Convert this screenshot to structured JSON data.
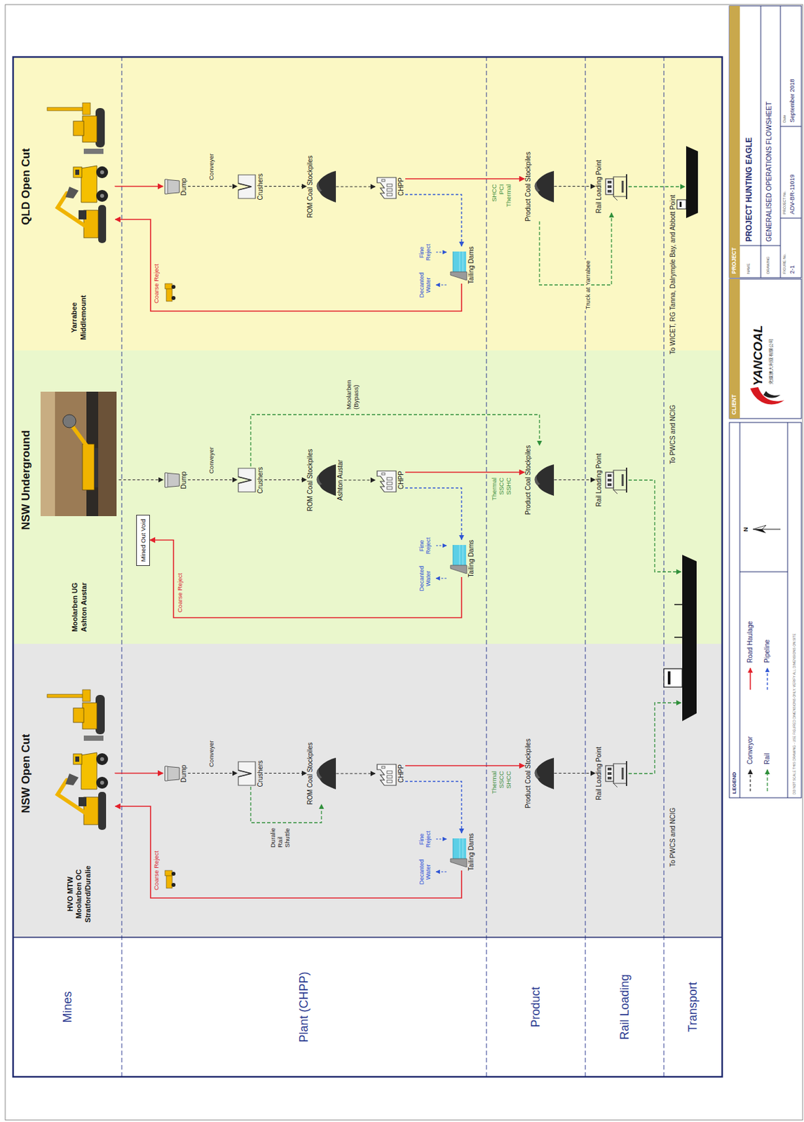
{
  "diagram": {
    "nodes": [
      {
        "text": [
          "Mines"
        ]
      },
      {
        "text": [
          "Plant (CHPP)"
        ]
      },
      {
        "text": [
          "Product"
        ]
      },
      {
        "text": [
          "Rail Loading"
        ]
      },
      {
        "text": [
          "Transport"
        ]
      },
      {
        "text": [
          "NSW Open Cut"
        ]
      },
      {
        "text": [
          "HVO MTW Moolarben OC Stratford/Duralie"
        ],
        "in": 5
      },
      {
        "text": [
          "Dump"
        ],
        "in": 5
      },
      {
        "text": [
          "Crushers"
        ],
        "in": 5
      },
      {
        "text": [
          "ROM Coal Stockpiles"
        ],
        "in": 5
      },
      {
        "text": [
          "CHPP"
        ],
        "in": 5
      },
      {
        "text": [
          "Tailing Dams"
        ],
        "in": 5
      },
      {
        "text": [
          "Product Coal Stockpiles"
        ],
        "in": 5
      },
      {
        "text": [
          "Rail Loading Point"
        ],
        "in": 5
      },
      {
        "text": [
          "NSW Underground"
        ]
      },
      {
        "text": [
          "Moolarben UG Ashton Austar"
        ],
        "in": 14
      },
      {
        "text": [
          "Mined Out Void"
        ],
        "in": 14
      },
      {
        "text": [
          "Dump"
        ],
        "in": 14
      },
      {
        "text": [
          "Crushers"
        ],
        "in": 14
      },
      {
        "text": [
          "ROM Coal Stockpiles",
          "Ashton Austar"
        ],
        "in": 14
      },
      {
        "text": [
          "CHPP"
        ],
        "in": 14
      },
      {
        "text": [
          "Tailing Dams"
        ],
        "in": 14
      },
      {
        "text": [
          "Product Coal Stockpiles"
        ],
        "in": 14
      },
      {
        "text": [
          "Rail Loading Point"
        ],
        "in": 14
      },
      {
        "text": [
          "QLD Open Cut"
        ]
      },
      {
        "text": [
          "Yarrabee Middlemount"
        ],
        "in": 24
      },
      {
        "text": [
          "Dump"
        ],
        "in": 24
      },
      {
        "text": [
          "Crushers"
        ],
        "in": 24
      },
      {
        "text": [
          "ROM Coal Stockpiles"
        ],
        "in": 24
      },
      {
        "text": [
          "CHPP"
        ],
        "in": 24
      },
      {
        "text": [
          "Tailing Dams"
        ],
        "in": 24
      },
      {
        "text": [
          "Product Coal Stockpiles"
        ],
        "in": 24
      },
      {
        "text": [
          "Rail Loading Point"
        ],
        "in": 24
      }
    ],
    "edges": [
      {
        "from": 6,
        "to": 7,
        "arrow": "to"
      },
      {
        "from": 7,
        "to": 8,
        "label": "Conveyer",
        "arrow": "to"
      },
      {
        "from": 8,
        "to": 9,
        "arrow": "to"
      },
      {
        "from": 8,
        "to": 9,
        "label": "Duralie Rail Shuttle",
        "arrow": "to"
      },
      {
        "from": 9,
        "to": 10,
        "arrow": "to"
      },
      {
        "from": 10,
        "to": 12,
        "arrow": "to"
      },
      {
        "from": 10,
        "to": 11,
        "arrow": "to"
      },
      {
        "from": 11,
        "to": 6,
        "label": "Coarse Reject",
        "arrow": "to"
      },
      {
        "from": 12,
        "to": 13,
        "arrow": "to"
      },
      {
        "from": 15,
        "to": 17,
        "arrow": "to"
      },
      {
        "from": 17,
        "to": 18,
        "label": "Conveyer",
        "arrow": "to"
      },
      {
        "from": 18,
        "to": 19,
        "arrow": "to"
      },
      {
        "from": 18,
        "to": 22,
        "label": "Moolarben (Bypass)",
        "arrow": "to"
      },
      {
        "from": 19,
        "to": 20,
        "arrow": "to"
      },
      {
        "from": 20,
        "to": 22,
        "arrow": "to"
      },
      {
        "from": 20,
        "to": 21,
        "arrow": "to"
      },
      {
        "from": 21,
        "to": 16,
        "label": "Coarse Reject",
        "arrow": "to"
      },
      {
        "from": 22,
        "to": 23,
        "arrow": "to"
      },
      {
        "from": 25,
        "to": 26,
        "arrow": "to"
      },
      {
        "from": 26,
        "to": 27,
        "label": "Conveyer",
        "arrow": "to"
      },
      {
        "from": 27,
        "to": 28,
        "arrow": "to"
      },
      {
        "from": 28,
        "to": 29,
        "arrow": "to"
      },
      {
        "from": 29,
        "to": 31,
        "arrow": "to"
      },
      {
        "from": 29,
        "to": 30,
        "arrow": "to"
      },
      {
        "from": 30,
        "to": 25,
        "label": "Coarse Reject",
        "arrow": "to"
      },
      {
        "from": 31,
        "to": 32,
        "arrow": "to"
      },
      {
        "from": 31,
        "to": 32,
        "label": "Truck at Yarrabee",
        "arrow": "to"
      }
    ],
    "labels": [
      "Fine Reject",
      "Decanted Water",
      "Thermal SSCC SHCC",
      "To PWCS and NCIG",
      "Fine Reject",
      "Decanted Water",
      "Thermal SSCC SSHC",
      "To PWCS and NCIG",
      "Fine Reject",
      "Decanted Water",
      "SHCC PCI Thermal",
      "To WICET, RG Tanna, Dalrymple Bay, and Abbott Point",
      "LEGEND",
      "N",
      "DO NOT SCALE THIS DRAWING - USE FIGURED DIMENSIONS ONLY. VERIFY ALL DIMENSIONS ON SITE",
      "CLIENT",
      "YANCOAL",
      "兖煤澳大利亚有限公司",
      "PROJECT",
      "NAME",
      "PROJECT HUNTING EAGLE",
      "DRAWING",
      "GENERALISED OPERATIONS FLOWSHEET",
      "FIGURE No.",
      "2-1",
      "PROJECT No.",
      "ADV-BR-11019",
      "Date",
      "September 2018"
    ],
    "legend": [
      {
        "text": "Conveyor"
      },
      {
        "text": "Road Haulage"
      },
      {
        "text": "Rail"
      },
      {
        "text": "Pipeline"
      }
    ]
  }
}
